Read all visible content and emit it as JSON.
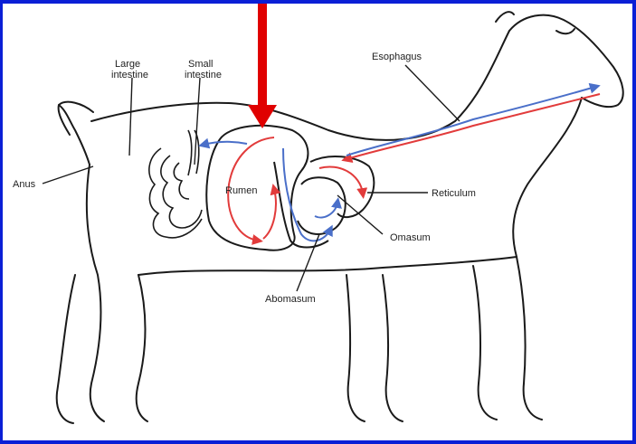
{
  "diagram": {
    "labels": {
      "large_intestine_1": "Large",
      "large_intestine_2": "intestine",
      "small_intestine_1": "Small",
      "small_intestine_2": "intestine",
      "esophagus": "Esophagus",
      "anus": "Anus",
      "rumen": "Rumen",
      "reticulum": "Reticulum",
      "omasum": "Omasum",
      "abomasum": "Abomasum"
    },
    "colors": {
      "frame": "#0a1fd6",
      "pointer_arrow": "#e00000",
      "forward_flow": "#e23b3b",
      "return_flow": "#4a6fc9",
      "outline": "#1a1a1a"
    },
    "icons": [
      "red-pointer-arrow",
      "flow-arrow-red",
      "flow-arrow-blue"
    ]
  }
}
